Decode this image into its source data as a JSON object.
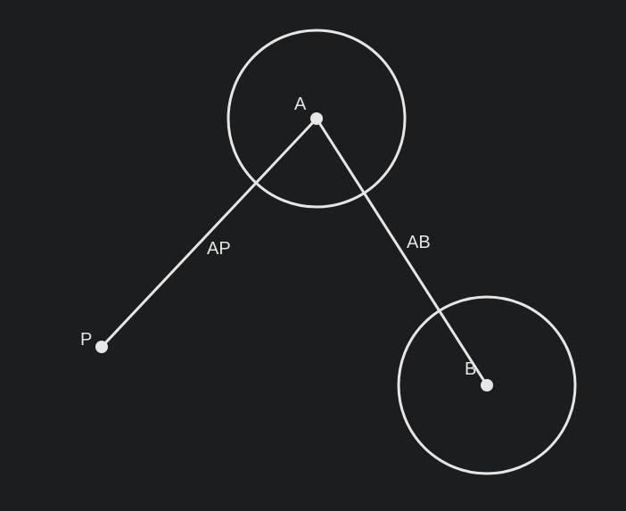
{
  "colors": {
    "background": "#1c1d1f",
    "stroke": "#e6e6e6",
    "text": "#e6e6e6"
  },
  "points": {
    "A": {
      "label": "A"
    },
    "B": {
      "label": "B"
    },
    "P": {
      "label": "P"
    }
  },
  "segments": {
    "AP": {
      "label": "AP"
    },
    "AB": {
      "label": "AB"
    }
  }
}
